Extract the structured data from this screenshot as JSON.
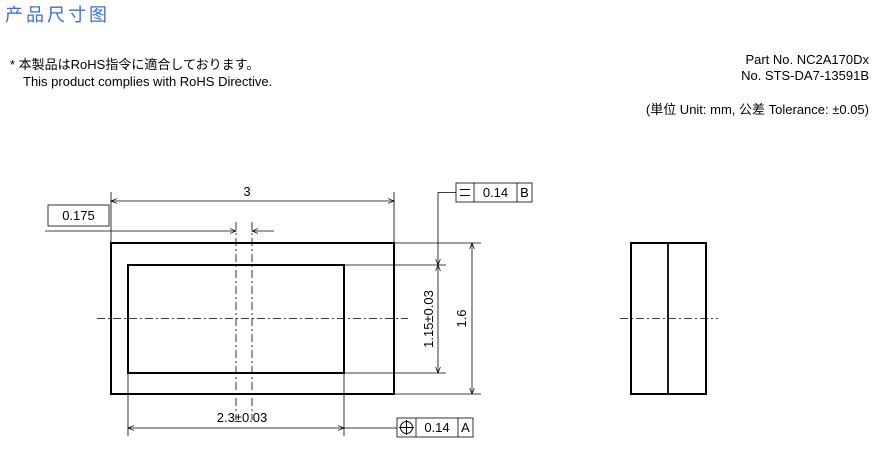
{
  "header": {
    "title": "产品尺寸图"
  },
  "note": {
    "line1": "* 本製品はRoHS指令に適合しております。",
    "line2": "This product complies with RoHS Directive."
  },
  "part": {
    "part_no": "Part No. NC2A170Dx",
    "doc_no": "No. STS-DA7-13591B"
  },
  "units_note": "(単位 Unit: mm,  公差 Tolerance: ±0.05)",
  "dimensions": {
    "overall_length": "3",
    "pad_offset": "0.175",
    "inner_height": "1.15±0.03",
    "overall_height": "1.6",
    "inner_length": "2.3±0.03"
  },
  "tolerances": {
    "parallelism_value": "0.14",
    "parallelism_datum": "B",
    "position_value": "0.14",
    "position_datum": "A"
  }
}
